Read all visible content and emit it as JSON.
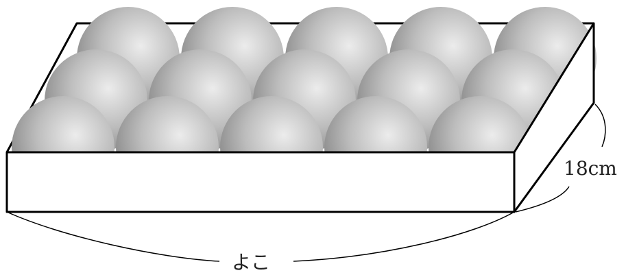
{
  "figure": {
    "depth_label": "18cm",
    "width_label": "よこ",
    "rows": 3,
    "balls_per_row": 5
  },
  "colors": {
    "line": "#000000",
    "ball_light": "#ececec",
    "ball_mid": "#bdbdbd",
    "ball_dark": "#8a8a8a",
    "box_fill": "#ffffff"
  }
}
